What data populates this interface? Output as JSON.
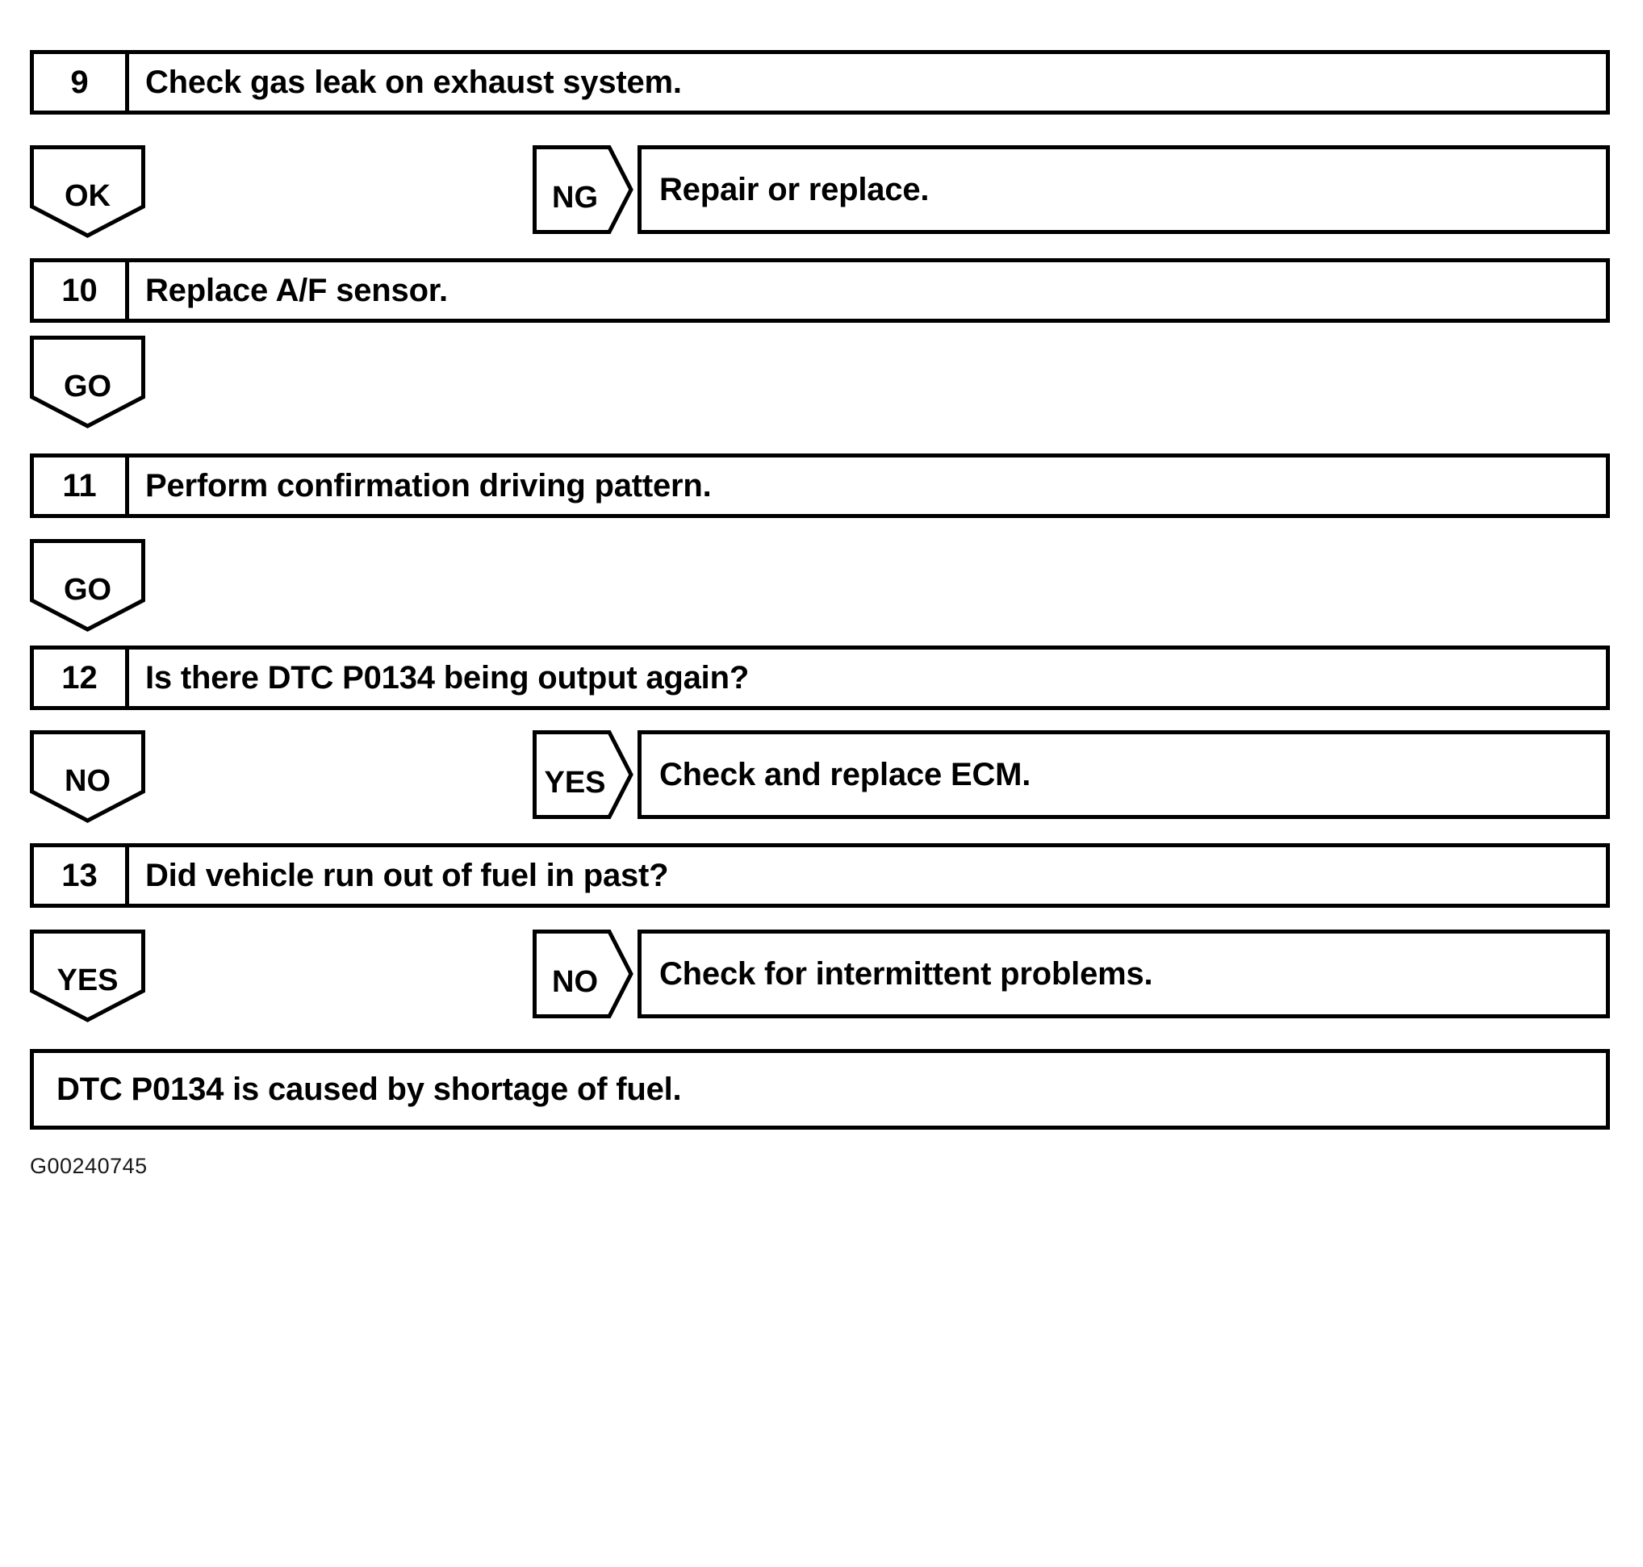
{
  "document": {
    "type": "diagnostic-flowchart",
    "image_code": "G00240745"
  },
  "steps": [
    {
      "number": "9",
      "text": "Check gas leak on exhaust system."
    },
    {
      "number": "10",
      "text": "Replace A/F sensor."
    },
    {
      "number": "11",
      "text": "Perform confirmation driving pattern."
    },
    {
      "number": "12",
      "text": "Is there DTC P0134 being output again?"
    },
    {
      "number": "13",
      "text": "Did vehicle run out of fuel in past?"
    }
  ],
  "branches": [
    {
      "down_label": "OK",
      "side_label": "NG",
      "side_text": "Repair or replace."
    },
    {
      "down_label": "GO",
      "side_label": "",
      "side_text": ""
    },
    {
      "down_label": "GO",
      "side_label": "",
      "side_text": ""
    },
    {
      "down_label": "NO",
      "side_label": "YES",
      "side_text": "Check and replace ECM."
    },
    {
      "down_label": "YES",
      "side_label": "NO",
      "side_text": "Check for intermittent problems."
    }
  ],
  "conclusion": {
    "text": "DTC P0134 is caused by shortage of fuel."
  }
}
